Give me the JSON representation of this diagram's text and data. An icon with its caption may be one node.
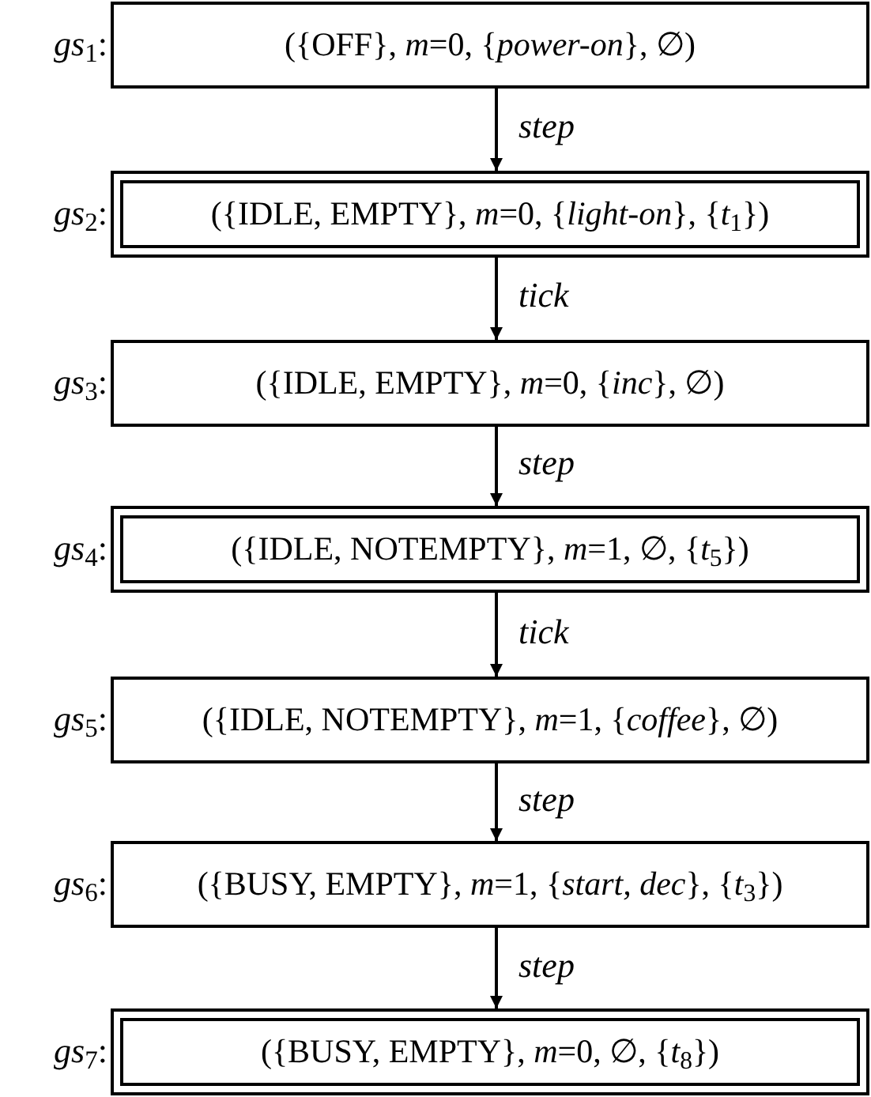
{
  "diagram": {
    "nodes": [
      {
        "text": [
          "({OFF}, *m*=0, {*power-on*}, ∅)"
        ],
        "beside": [
          "*gs*$_{1}$:"
        ]
      },
      {
        "text": [],
        "shape": "box",
        "beside": [
          "*gs*$_{2}$:"
        ]
      },
      {
        "text": [
          "({IDLE, EMPTY}, *m*=0, {*light-on*}, {*t*$_{1}$})"
        ],
        "in": 1
      },
      {
        "text": [
          "({IDLE, EMPTY}, *m*=0, {*inc*}, ∅)"
        ],
        "beside": [
          "*gs*$_{3}$:"
        ]
      },
      {
        "text": [],
        "shape": "box",
        "beside": [
          "*gs*$_{4}$:"
        ]
      },
      {
        "text": [
          "({IDLE, NOTEMPTY}, *m*=1, ∅, {*t*$_{5}$})"
        ],
        "in": 4
      },
      {
        "text": [
          "({IDLE, NOTEMPTY}, *m*=1, {*coffee*}, ∅)"
        ],
        "beside": [
          "*gs*$_{5}$:"
        ]
      },
      {
        "text": [
          "({BUSY, EMPTY}, *m*=1, {*start, dec*}, {*t*$_{3}$})"
        ],
        "beside": [
          "*gs*$_{6}$:"
        ]
      },
      {
        "text": [],
        "shape": "box",
        "beside": [
          "*gs*$_{7}$:"
        ]
      },
      {
        "text": [
          "({BUSY, EMPTY}, *m*=0, ∅, {*t*$_{8}$})"
        ],
        "in": 8
      }
    ],
    "edges": [
      {
        "from": 0,
        "to": 1,
        "arrow": "to",
        "label": "step"
      },
      {
        "from": 1,
        "to": 3,
        "arrow": "to",
        "label": "tick"
      },
      {
        "from": 3,
        "to": 4,
        "arrow": "to",
        "label": "step"
      },
      {
        "from": 4,
        "to": 6,
        "arrow": "to",
        "label": "tick"
      },
      {
        "from": 6,
        "to": 7,
        "arrow": "to",
        "label": "step"
      },
      {
        "from": 7,
        "to": 8,
        "arrow": "to",
        "label": "step"
      }
    ]
  }
}
